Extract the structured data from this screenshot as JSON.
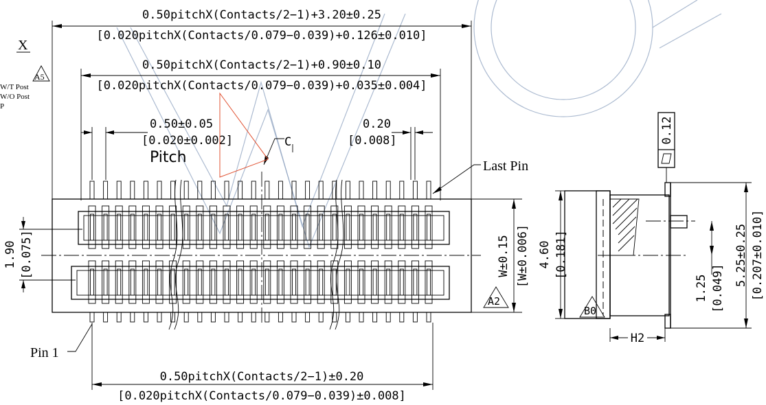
{
  "dimensions": {
    "overall_mm": "0.50pitchX(Contacts/2−1)+3.20±0.25",
    "overall_in": "[0.020pitchX(Contacts/0.079−0.039)+0.126±0.010]",
    "inner_mm": "0.50pitchX(Contacts/2−1)+0.90±0.10",
    "inner_in": "[0.020pitchX(Contacts/0.079−0.039)+0.035±0.004]",
    "pitch_mm": "0.50±0.05",
    "pitch_in": "[0.020±0.002]",
    "pin_width_mm": "0.20",
    "pin_width_in": "[0.008]",
    "bottom_mm": "0.50pitchX(Contacts/2−1)±0.20",
    "bottom_in": "[0.020pitchX(Contacts/0.079−0.039)±0.008]",
    "left_mm": "1.90",
    "left_in": "[0.075]",
    "width_mm": "W±0.15",
    "width_in": "[W±0.006]",
    "side_height_mm": "4.60",
    "side_height_in": "[0.181]",
    "side_offset_mm": "1.25",
    "side_offset_in": "[0.049]",
    "side_total_mm": "5.25±0.25",
    "side_total_in": "[0.207±0.010]",
    "flatness": "0.12",
    "h2": "H2"
  },
  "labels": {
    "pitch": "Pitch",
    "centerline": "C",
    "last_pin": "Last Pin",
    "pin1": "Pin 1",
    "top_left_letter": "X",
    "wt_post": "W/T Post",
    "wo_post": "W/O Post",
    "p_letter": "P",
    "flag_a5": "A5",
    "flag_a2": "A2",
    "flag_b0": "B0"
  },
  "icons": {
    "flatness": "flatness-icon",
    "revision": "revision-triangle-icon",
    "centerline": "centerline-icon"
  }
}
